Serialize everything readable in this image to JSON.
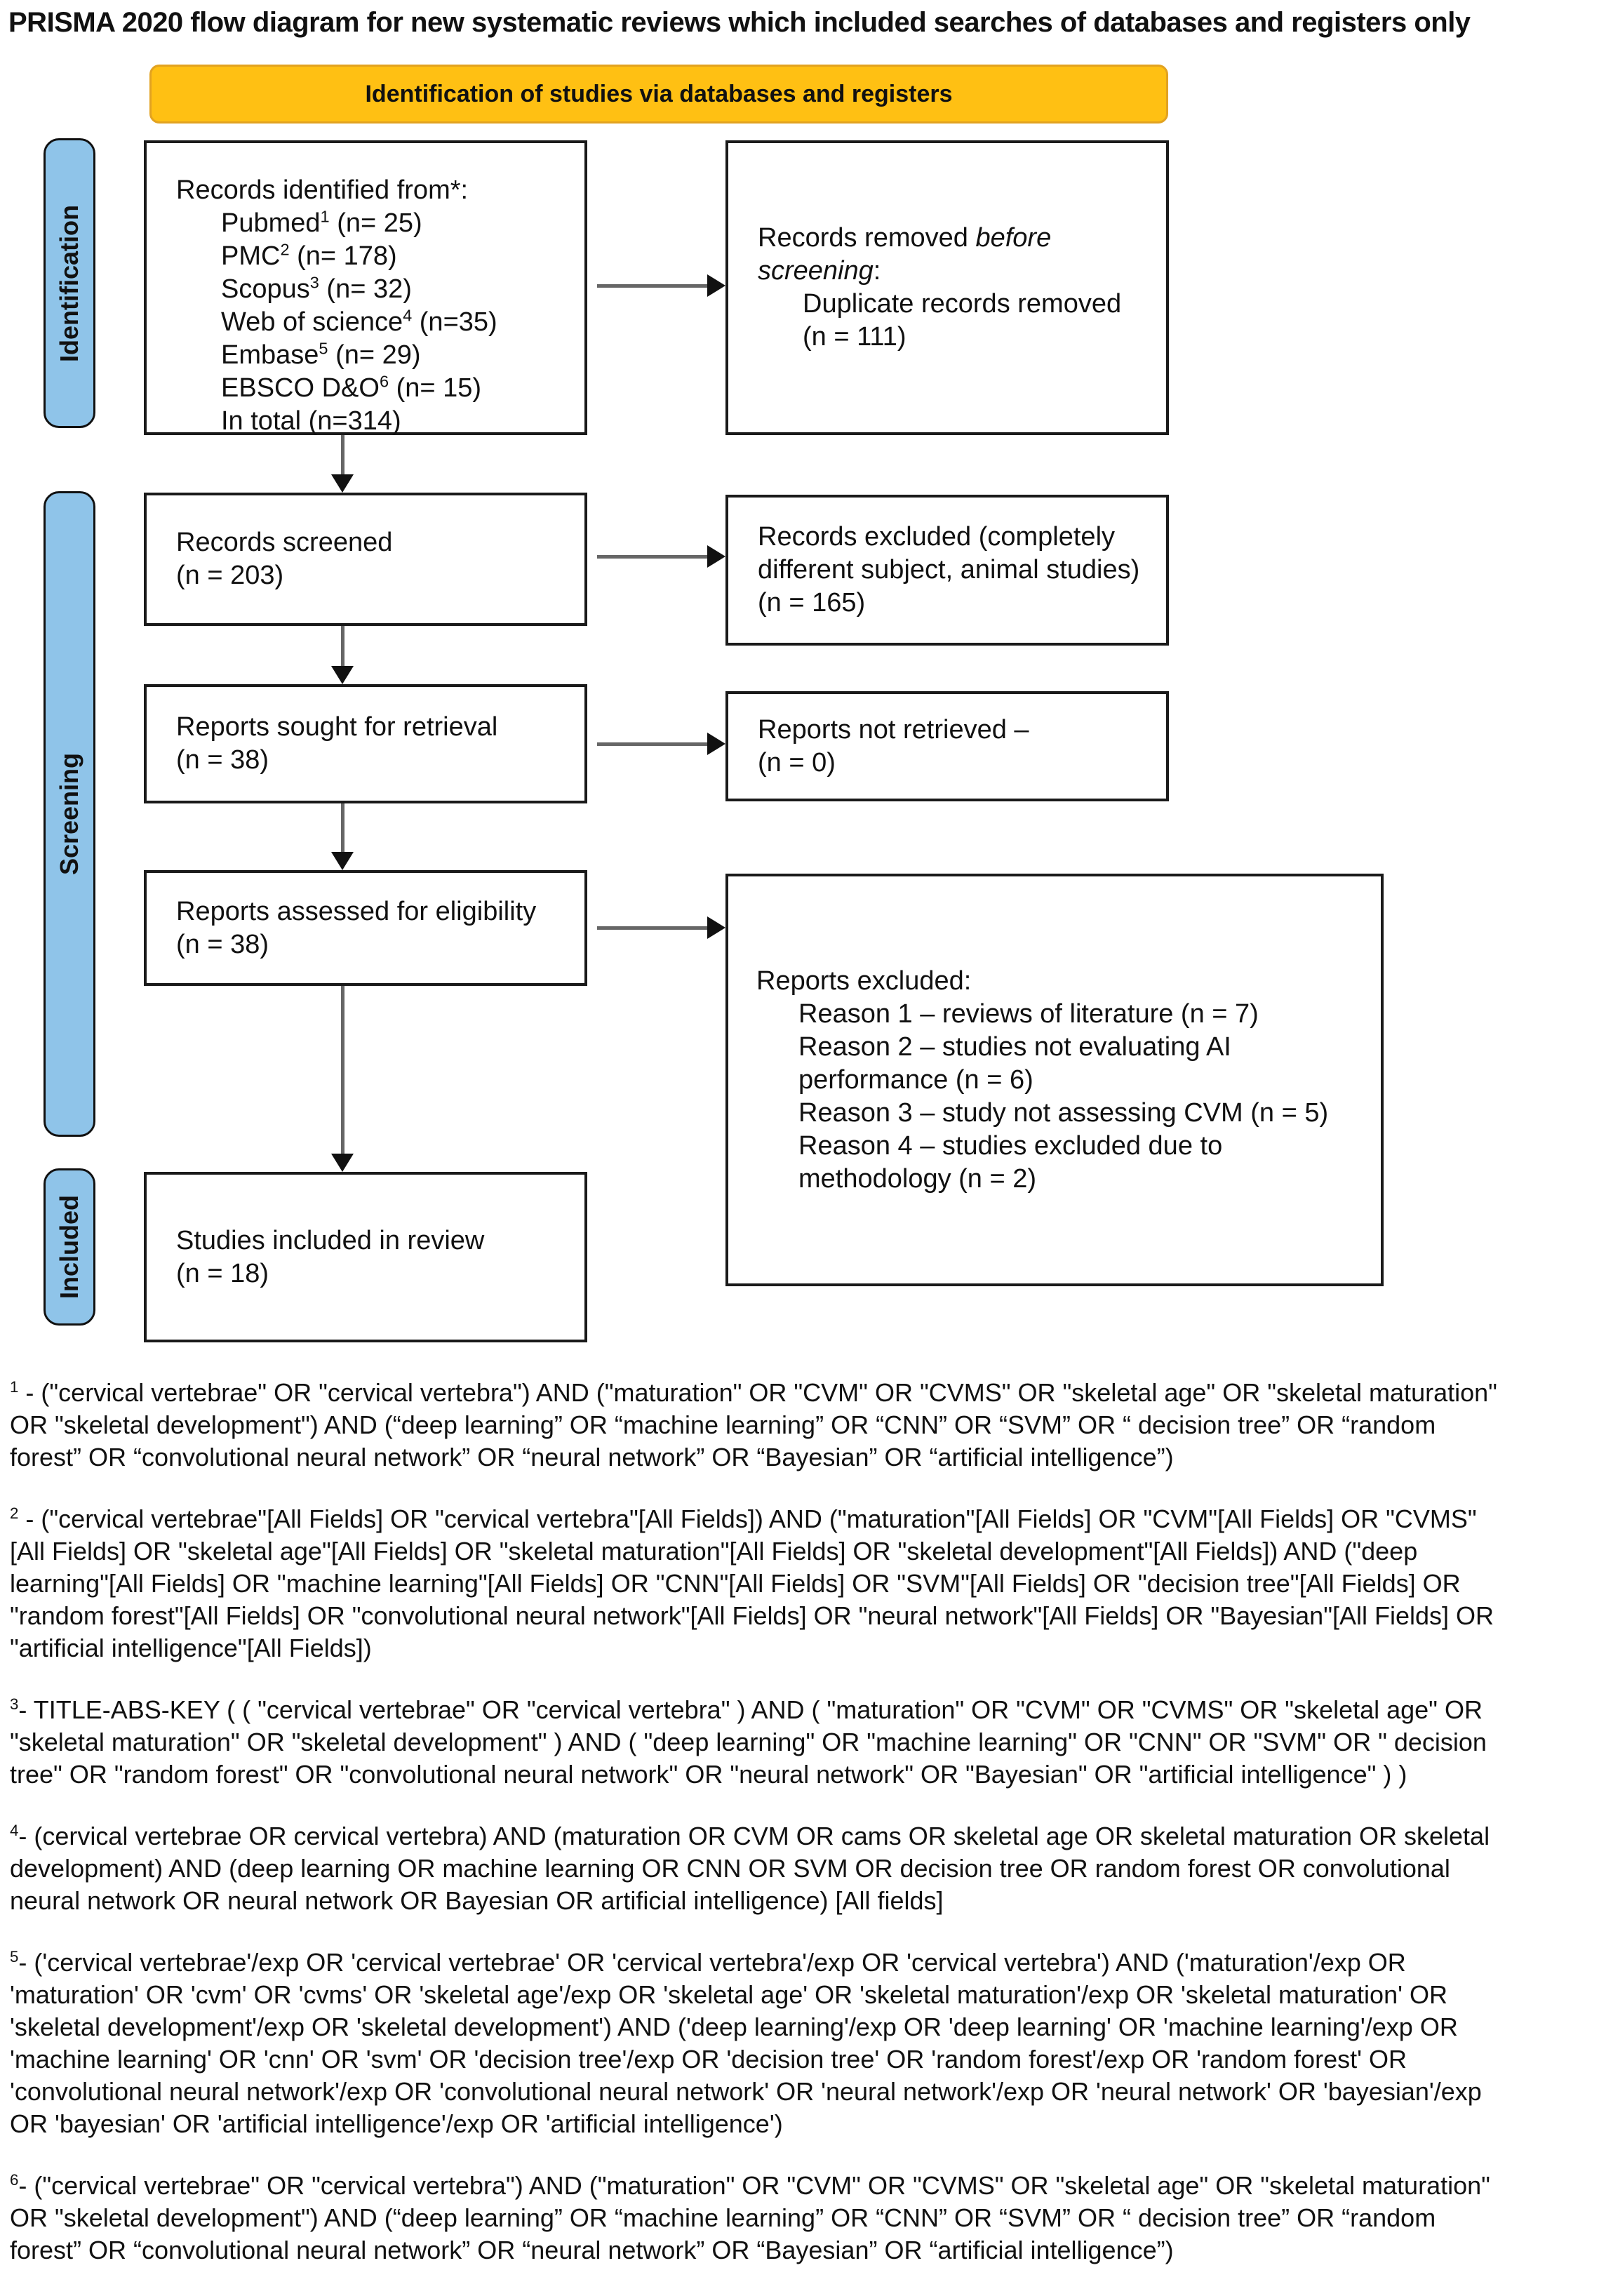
{
  "page": {
    "title": "PRISMA 2020 flow diagram for new systematic reviews which included searches of databases and registers only"
  },
  "banner": {
    "label": "Identification of studies via databases and registers",
    "fill": "#FFC013",
    "border": "#E2A220"
  },
  "sidebar": {
    "fill": "#8FC4E9",
    "stages": [
      {
        "label": "Identification"
      },
      {
        "label": "Screening"
      },
      {
        "label": "Included"
      }
    ]
  },
  "boxes": {
    "identified": {
      "title": "Records identified from*:",
      "items": [
        "Pubmed{sup}1{/sup} (n= 25)",
        "PMC{sup}2{/sup} (n= 178)",
        "Scopus{sup}3{/sup} (n= 32)",
        "Web of science{sup}4{/sup} (n=35)",
        "Embase{sup}5{/sup} (n= 29)",
        "EBSCO D&O{sup}6{/sup} (n= 15)",
        "In total (n=314)"
      ]
    },
    "removed": {
      "title": "Records removed {i}before screening{/i}:",
      "items": [
        "Duplicate records removed",
        "(n = 111)"
      ]
    },
    "screened": {
      "line1": "Records screened",
      "line2": "(n = 203)"
    },
    "excluded": {
      "lines": [
        "Records excluded (completely",
        "different subject, animal studies)",
        "(n = 165)"
      ]
    },
    "sought": {
      "line1": "Reports sought for retrieval",
      "line2": "(n = 38)"
    },
    "not_retrieved": {
      "line1": "Reports not retrieved –",
      "line2": "(n = 0)"
    },
    "assessed": {
      "line1": "Reports assessed for eligibility",
      "line2": "(n = 38)"
    },
    "reports_excluded": {
      "title": "Reports excluded:",
      "items": [
        "Reason 1 – reviews of literature (n = 7)",
        "Reason 2 – studies not evaluating AI performance (n = 6)",
        "Reason 3 – study not assessing CVM (n = 5)",
        "Reason 4 – studies excluded due to methodology (n = 2)"
      ]
    },
    "included": {
      "line1": "Studies included in review",
      "line2": "(n = 18)"
    }
  },
  "footnotes": [
    "{sup}1{/sup} - (\"cervical vertebrae\" OR \"cervical vertebra\") AND (\"maturation\" OR \"CVM\" OR \"CVMS\" OR \"skeletal age\" OR \"skeletal maturation\" OR \"skeletal development\") AND (“deep learning” OR “machine learning” OR “CNN” OR “SVM” OR “ decision tree” OR “random forest” OR “convolutional neural network” OR “neural network” OR “Bayesian” OR “artificial intelligence”)",
    "{sup}2{/sup} - (\"cervical vertebrae\"[All Fields] OR \"cervical vertebra\"[All Fields]) AND (\"maturation\"[All Fields] OR \"CVM\"[All Fields] OR \"CVMS\"[All Fields] OR \"skeletal age\"[All Fields] OR \"skeletal maturation\"[All Fields] OR \"skeletal development\"[All Fields]) AND (\"deep learning\"[All Fields] OR \"machine learning\"[All Fields] OR \"CNN\"[All Fields] OR \"SVM\"[All Fields] OR \"decision tree\"[All Fields] OR \"random forest\"[All Fields] OR \"convolutional neural network\"[All Fields] OR \"neural network\"[All Fields] OR \"Bayesian\"[All Fields] OR \"artificial intelligence\"[All Fields])",
    "{sup}3{/sup}- TITLE-ABS-KEY ( ( \"cervical vertebrae\" OR \"cervical vertebra\" ) AND ( \"maturation\" OR \"CVM\" OR \"CVMS\" OR \"skeletal age\" OR \"skeletal maturation\" OR \"skeletal development\" ) AND ( \"deep learning\" OR \"machine learning\" OR \"CNN\" OR \"SVM\" OR \" decision tree\" OR \"random forest\" OR \"convolutional neural network\" OR \"neural network\" OR \"Bayesian\" OR \"artificial intelligence\" ) )",
    "{sup}4{/sup}- (cervical vertebrae OR cervical vertebra) AND (maturation OR CVM OR cams OR skeletal age OR skeletal maturation OR skeletal development) AND (deep learning OR machine learning OR CNN OR SVM OR decision tree OR random forest OR convolutional neural network OR neural network OR Bayesian OR artificial intelligence) [All fields]",
    "{sup}5{/sup}- ('cervical vertebrae'/exp OR 'cervical vertebrae' OR 'cervical vertebra'/exp OR 'cervical vertebra') AND ('maturation'/exp OR 'maturation' OR 'cvm' OR 'cvms' OR 'skeletal age'/exp OR 'skeletal age' OR 'skeletal maturation'/exp OR 'skeletal maturation' OR 'skeletal development'/exp OR 'skeletal development') AND ('deep learning'/exp OR 'deep learning' OR 'machine learning'/exp OR 'machine learning' OR 'cnn' OR 'svm' OR 'decision tree'/exp OR 'decision tree' OR 'random forest'/exp OR 'random forest' OR 'convolutional neural network'/exp OR 'convolutional neural network' OR 'neural network'/exp OR 'neural network' OR 'bayesian'/exp OR 'bayesian' OR 'artificial intelligence'/exp OR 'artificial intelligence')",
    "{sup}6{/sup}- (\"cervical vertebrae\" OR \"cervical vertebra\") AND (\"maturation\" OR \"CVM\" OR \"CVMS\" OR \"skeletal age\" OR \"skeletal maturation\" OR \"skeletal development\") AND (“deep learning” OR “machine learning” OR “CNN” OR “SVM” OR “ decision tree” OR “random forest” OR “convolutional neural network” OR “neural network” OR “Bayesian” OR “artificial intelligence”)"
  ]
}
